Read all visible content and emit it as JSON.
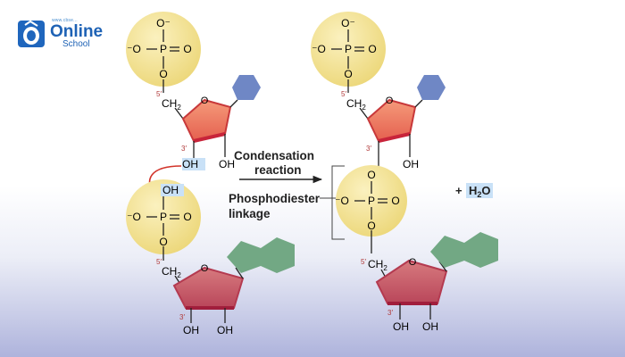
{
  "brand": {
    "tagline": "www.cbse...",
    "name": "Online",
    "sub": "School"
  },
  "colors": {
    "phosphate": "#f1e08f",
    "sugar_top": "#ef7b62",
    "sugar_bottom": "#c45262",
    "hexagon_blue": "#6f87c5",
    "purine_green": "#72a884",
    "arrow_red": "#d2342a",
    "highlight": "#c9e1f7"
  },
  "labels": {
    "oxygen": "O",
    "o_minus": "O⁻",
    "minus_o": "⁻O",
    "phosphorus": "P",
    "ch2": "CH",
    "ch2_sub": "2",
    "oh": "OH",
    "carbon5": "5′",
    "carbon3": "3′",
    "condensation_line1": "Condensation",
    "condensation_line2": "reaction",
    "phosphodiester_line1": "Phosphodiester",
    "phosphodiester_line2": "linkage",
    "plus": "+",
    "water": "H",
    "water_sub": "2",
    "water_o": "O"
  }
}
